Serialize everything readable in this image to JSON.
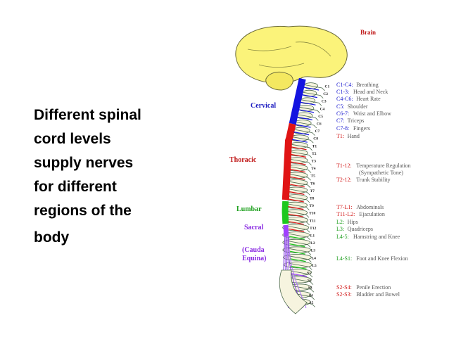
{
  "slide": {
    "text_lines": [
      "Different spinal",
      "cord levels",
      "supply nerves",
      "for different",
      "regions of the",
      "body"
    ]
  },
  "diagram": {
    "brain_label": "Brain",
    "region_labels": {
      "cervical": "Cervical",
      "thoracic": "Thoracic",
      "lumbar": "Lumbar",
      "sacral": "Sacral",
      "cauda_1": "(Cauda",
      "cauda_2": "Equina)"
    },
    "vertebra_labels": [
      "C1",
      "C2",
      "C3",
      "C4",
      "C5",
      "C6",
      "C7",
      "C8",
      "T1",
      "T2",
      "T3",
      "T4",
      "T5",
      "T6",
      "T7",
      "T8",
      "T9",
      "T10",
      "T11",
      "T12",
      "L1",
      "L2",
      "L3",
      "L4",
      "L5",
      "S1",
      "S2",
      "S3",
      "S4",
      "S5"
    ],
    "functions": [
      {
        "level": "C1-C4:",
        "text": "Breathing",
        "color": "#1c1cd0"
      },
      {
        "level": "C1-3:",
        "text": "Head and Neck",
        "color": "#1c1cd0"
      },
      {
        "level": "C4-C6:",
        "text": "Heart Rate",
        "color": "#1c1cd0"
      },
      {
        "level": "C5:",
        "text": "Shoulder",
        "color": "#1c1cd0"
      },
      {
        "level": "C6-7:",
        "text": "Wrist and Elbow",
        "color": "#1c1cd0"
      },
      {
        "level": "C7:",
        "text": "Triceps",
        "color": "#1c1cd0"
      },
      {
        "level": "C7-8:",
        "text": "Fingers",
        "color": "#1c1cd0"
      },
      {
        "level": "T1:",
        "text": "Hand",
        "color": "#d21a1a"
      },
      {
        "level": "T1-12:",
        "text": "Temperature Regulation",
        "color": "#d21a1a"
      },
      {
        "level": "",
        "text": "(Sympathetic Tone)",
        "color": "#d21a1a"
      },
      {
        "level": "T2-12:",
        "text": "Trunk Stability",
        "color": "#d21a1a"
      },
      {
        "level": "T7-L1:",
        "text": "Abdominals",
        "color": "#d21a1a"
      },
      {
        "level": "T11-L2:",
        "text": "Ejaculation",
        "color": "#d21a1a"
      },
      {
        "level": "L2:",
        "text": "Hips",
        "color": "#1e9e1e"
      },
      {
        "level": "L3:",
        "text": "Quadriceps",
        "color": "#1e9e1e"
      },
      {
        "level": "L4-5:",
        "text": "Hamstring and Knee",
        "color": "#1e9e1e"
      },
      {
        "level": "L4-S1:",
        "text": "Foot and Knee Flexion",
        "color": "#1e9e1e"
      },
      {
        "level": "S2-S4:",
        "text": "Penile Erection",
        "color": "#d21a1a"
      },
      {
        "level": "S2-S3:",
        "text": "Bladder and Bowel",
        "color": "#d21a1a"
      }
    ],
    "colors": {
      "brain": "#fbf37a",
      "cervical": "#1414e0",
      "thoracic": "#e01414",
      "lumbar": "#1ec81e",
      "sacral": "#a040ff",
      "region_label": "#c01818",
      "lumbar_label": "#1ea01e",
      "cervical_label": "#1c1cc0",
      "sacral_label": "#8a2be2",
      "description": "#555555"
    }
  }
}
